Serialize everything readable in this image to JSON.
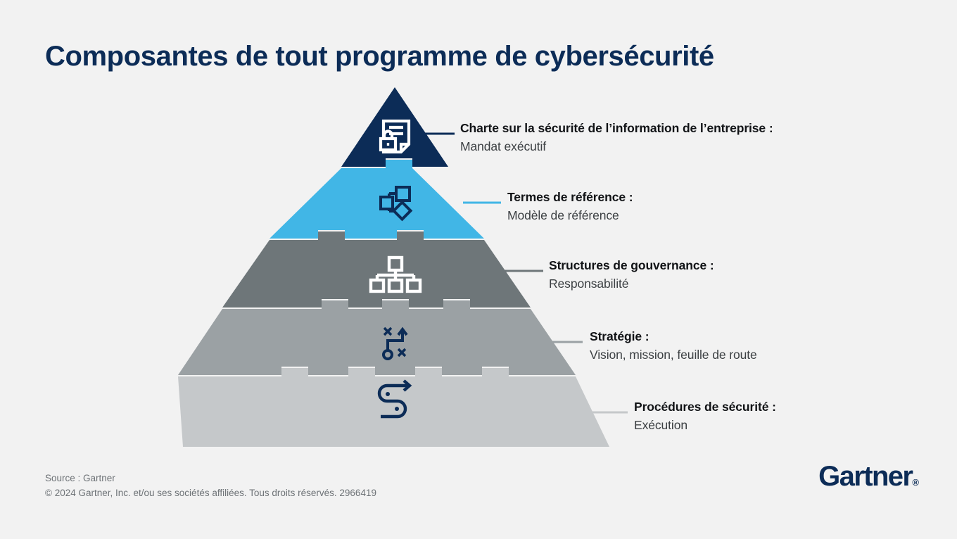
{
  "title": "Composantes de tout programme de cybersécurité",
  "pyramid": {
    "tiers": [
      {
        "id": "charte",
        "label_title": "Charte sur la sécurité de l’information de l’entreprise :",
        "label_sub": "Mandat exécutif",
        "color": "#0c2c57",
        "icon": "locked-document-icon"
      },
      {
        "id": "termes-de-reference",
        "label_title": "Termes de référence :",
        "label_sub": "Modèle de référence",
        "color": "#41b6e6",
        "icon": "flowchart-nodes-icon"
      },
      {
        "id": "structures-de-gouvernance",
        "label_title": "Structures de gouvernance :",
        "label_sub": "Responsabilité",
        "color": "#6e7679",
        "icon": "org-chart-icon"
      },
      {
        "id": "strategie",
        "label_title": "Stratégie :",
        "label_sub": "Vision, mission, feuille de route",
        "color": "#9ba1a4",
        "icon": "strategy-playbook-icon"
      },
      {
        "id": "procedures-de-securite",
        "label_title": "Procédures de sécurité :",
        "label_sub": "Exécution",
        "color": "#c5c8ca",
        "icon": "winding-path-arrow-icon"
      }
    ]
  },
  "footer": {
    "source": "Source : Gartner",
    "copyright": "© 2024 Gartner, Inc. et/ou ses sociétés affiliées. Tous droits réservés. 2966419"
  },
  "logo": {
    "text": "Gartner",
    "registered": "®"
  },
  "chart_data": {
    "type": "pyramid",
    "title": "Composantes de tout programme de cybersécurité",
    "orientation": "apex-top",
    "levels": [
      {
        "rank": 1,
        "name": "Charte sur la sécurité de l’information de l’entreprise",
        "detail": "Mandat exécutif",
        "color": "#0c2c57"
      },
      {
        "rank": 2,
        "name": "Termes de référence",
        "detail": "Modèle de référence",
        "color": "#41b6e6"
      },
      {
        "rank": 3,
        "name": "Structures de gouvernance",
        "detail": "Responsabilité",
        "color": "#6e7679"
      },
      {
        "rank": 4,
        "name": "Stratégie",
        "detail": "Vision, mission, feuille de route",
        "color": "#9ba1a4"
      },
      {
        "rank": 5,
        "name": "Procédures de sécurité",
        "detail": "Exécution",
        "color": "#c5c8ca"
      }
    ],
    "interlock_tabs_per_boundary": [
      1,
      2,
      3,
      4
    ],
    "background": "#f2f2f2"
  }
}
